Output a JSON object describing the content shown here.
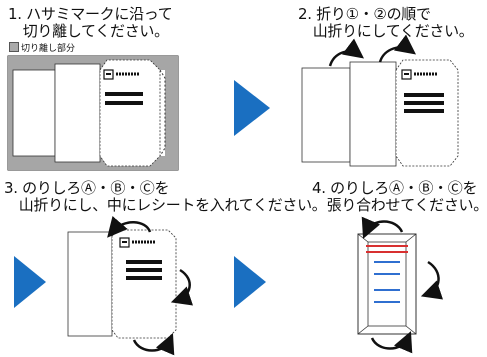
{
  "steps": [
    {
      "line1": "1. ハサミマークに沿って",
      "line2": "　切り離してください。"
    },
    {
      "line1": "2. 折り①・②の順で",
      "line2": "　山折りにしてください。"
    },
    {
      "line1": "3. のりしろⒶ・Ⓑ・Ⓒを",
      "line2": "　山折りにし、中にレシートを入れてください。"
    },
    {
      "line1": "4. のりしろⒶ・Ⓑ・Ⓒを",
      "line2": "　張り合わせてください。"
    }
  ],
  "legend": {
    "label": "切り離し部分"
  },
  "colors": {
    "accent_blue": "#1a6fc1",
    "cut_gray": "#a6a6a6",
    "red_line": "#d83030",
    "blue_line": "#2f6fd0"
  }
}
